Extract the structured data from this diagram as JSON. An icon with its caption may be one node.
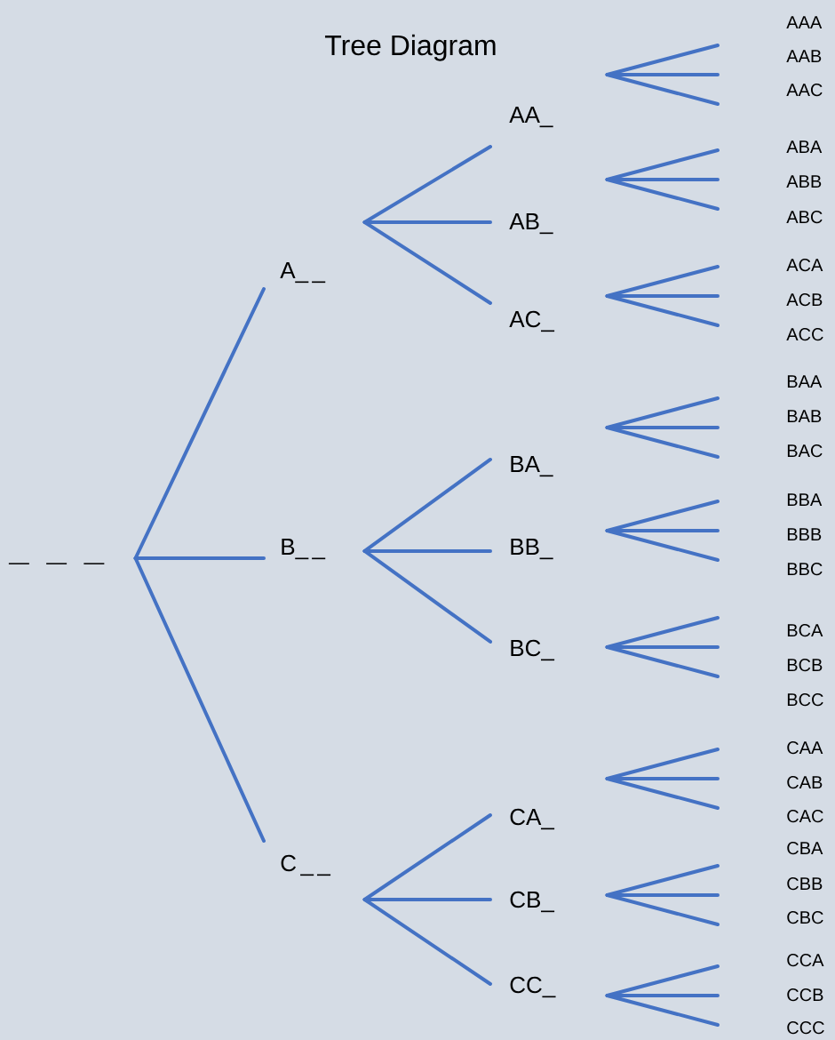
{
  "diagram": {
    "title": "Tree Diagram",
    "nodes": [
      {
        "text": [
          "_ _ _"
        ]
      },
      {
        "text": [
          "A_ _"
        ]
      },
      {
        "text": [
          "B_ _"
        ]
      },
      {
        "text": [
          "C _ _"
        ]
      },
      {
        "text": [
          "AA_"
        ]
      },
      {
        "text": [
          "AB_"
        ]
      },
      {
        "text": [
          "AC_"
        ]
      },
      {
        "text": [
          "BA_"
        ]
      },
      {
        "text": [
          "BB_"
        ]
      },
      {
        "text": [
          "BC_"
        ]
      },
      {
        "text": [
          "CA_"
        ]
      },
      {
        "text": [
          "CB_"
        ]
      },
      {
        "text": [
          "CC_"
        ]
      },
      {
        "text": [
          "AAA"
        ]
      },
      {
        "text": [
          "AAB"
        ]
      },
      {
        "text": [
          "AAC"
        ]
      },
      {
        "text": [
          "ABA"
        ]
      },
      {
        "text": [
          "ABB"
        ]
      },
      {
        "text": [
          "ABC"
        ]
      },
      {
        "text": [
          "ACA"
        ]
      },
      {
        "text": [
          "ACB"
        ]
      },
      {
        "text": [
          "ACC"
        ]
      },
      {
        "text": [
          "BAA"
        ]
      },
      {
        "text": [
          "BAB"
        ]
      },
      {
        "text": [
          "BAC"
        ]
      },
      {
        "text": [
          "BBA"
        ]
      },
      {
        "text": [
          "BBB"
        ]
      },
      {
        "text": [
          "BBC"
        ]
      },
      {
        "text": [
          "BCA"
        ]
      },
      {
        "text": [
          "BCB"
        ]
      },
      {
        "text": [
          "BCC"
        ]
      },
      {
        "text": [
          "CAA"
        ]
      },
      {
        "text": [
          "CAB"
        ]
      },
      {
        "text": [
          "CAC"
        ]
      },
      {
        "text": [
          "CBA"
        ]
      },
      {
        "text": [
          "CBB"
        ]
      },
      {
        "text": [
          "CBC"
        ]
      },
      {
        "text": [
          "CCA"
        ]
      },
      {
        "text": [
          "CCB"
        ]
      },
      {
        "text": [
          "CCC"
        ]
      }
    ],
    "edges": [
      {
        "from": 0,
        "to": 1,
        "arrow": "none"
      },
      {
        "from": 0,
        "to": 2,
        "arrow": "none"
      },
      {
        "from": 0,
        "to": 3,
        "arrow": "none"
      },
      {
        "from": 1,
        "to": 4,
        "arrow": "none"
      },
      {
        "from": 1,
        "to": 5,
        "arrow": "none"
      },
      {
        "from": 1,
        "to": 6,
        "arrow": "none"
      },
      {
        "from": 2,
        "to": 7,
        "arrow": "none"
      },
      {
        "from": 2,
        "to": 8,
        "arrow": "none"
      },
      {
        "from": 2,
        "to": 9,
        "arrow": "none"
      },
      {
        "from": 3,
        "to": 10,
        "arrow": "none"
      },
      {
        "from": 3,
        "to": 11,
        "arrow": "none"
      },
      {
        "from": 3,
        "to": 12,
        "arrow": "none"
      },
      {
        "from": 4,
        "to": 13,
        "arrow": "none"
      },
      {
        "from": 4,
        "to": 14,
        "arrow": "none"
      },
      {
        "from": 4,
        "to": 15,
        "arrow": "none"
      },
      {
        "from": 5,
        "to": 16,
        "arrow": "none"
      },
      {
        "from": 5,
        "to": 17,
        "arrow": "none"
      },
      {
        "from": 5,
        "to": 18,
        "arrow": "none"
      },
      {
        "from": 6,
        "to": 19,
        "arrow": "none"
      },
      {
        "from": 6,
        "to": 20,
        "arrow": "none"
      },
      {
        "from": 6,
        "to": 21,
        "arrow": "none"
      },
      {
        "from": 7,
        "to": 22,
        "arrow": "none"
      },
      {
        "from": 7,
        "to": 23,
        "arrow": "none"
      },
      {
        "from": 7,
        "to": 24,
        "arrow": "none"
      },
      {
        "from": 8,
        "to": 25,
        "arrow": "none"
      },
      {
        "from": 8,
        "to": 26,
        "arrow": "none"
      },
      {
        "from": 8,
        "to": 27,
        "arrow": "none"
      },
      {
        "from": 9,
        "to": 28,
        "arrow": "none"
      },
      {
        "from": 9,
        "to": 29,
        "arrow": "none"
      },
      {
        "from": 9,
        "to": 30,
        "arrow": "none"
      },
      {
        "from": 10,
        "to": 31,
        "arrow": "none"
      },
      {
        "from": 10,
        "to": 32,
        "arrow": "none"
      },
      {
        "from": 10,
        "to": 33,
        "arrow": "none"
      },
      {
        "from": 11,
        "to": 34,
        "arrow": "none"
      },
      {
        "from": 11,
        "to": 35,
        "arrow": "none"
      },
      {
        "from": 11,
        "to": 36,
        "arrow": "none"
      },
      {
        "from": 12,
        "to": 37,
        "arrow": "none"
      },
      {
        "from": 12,
        "to": 38,
        "arrow": "none"
      },
      {
        "from": 12,
        "to": 39,
        "arrow": "none"
      }
    ]
  }
}
